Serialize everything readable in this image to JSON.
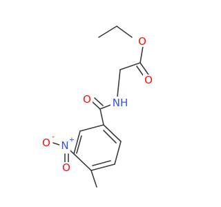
{
  "molecule": {
    "atoms": {
      "carbonyl_oxygen_ester": {
        "symbol": "O",
        "color": "#ff0d0d"
      },
      "ether_oxygen_ester": {
        "symbol": "O",
        "color": "#ff0d0d"
      },
      "amide_oxygen": {
        "symbol": "O",
        "color": "#ff0d0d"
      },
      "amide_nitrogen": {
        "symbol": "NH",
        "color": "#3050f8"
      },
      "nitro_nitrogen": {
        "symbol": "N",
        "charge": "+",
        "color": "#3050f8"
      },
      "nitro_oxygen_single": {
        "symbol": "O",
        "charge": "-",
        "color": "#ff0d0d"
      },
      "nitro_oxygen_double": {
        "symbol": "O",
        "color": "#ff0d0d"
      }
    },
    "bond_color": "#3c3c3c"
  }
}
